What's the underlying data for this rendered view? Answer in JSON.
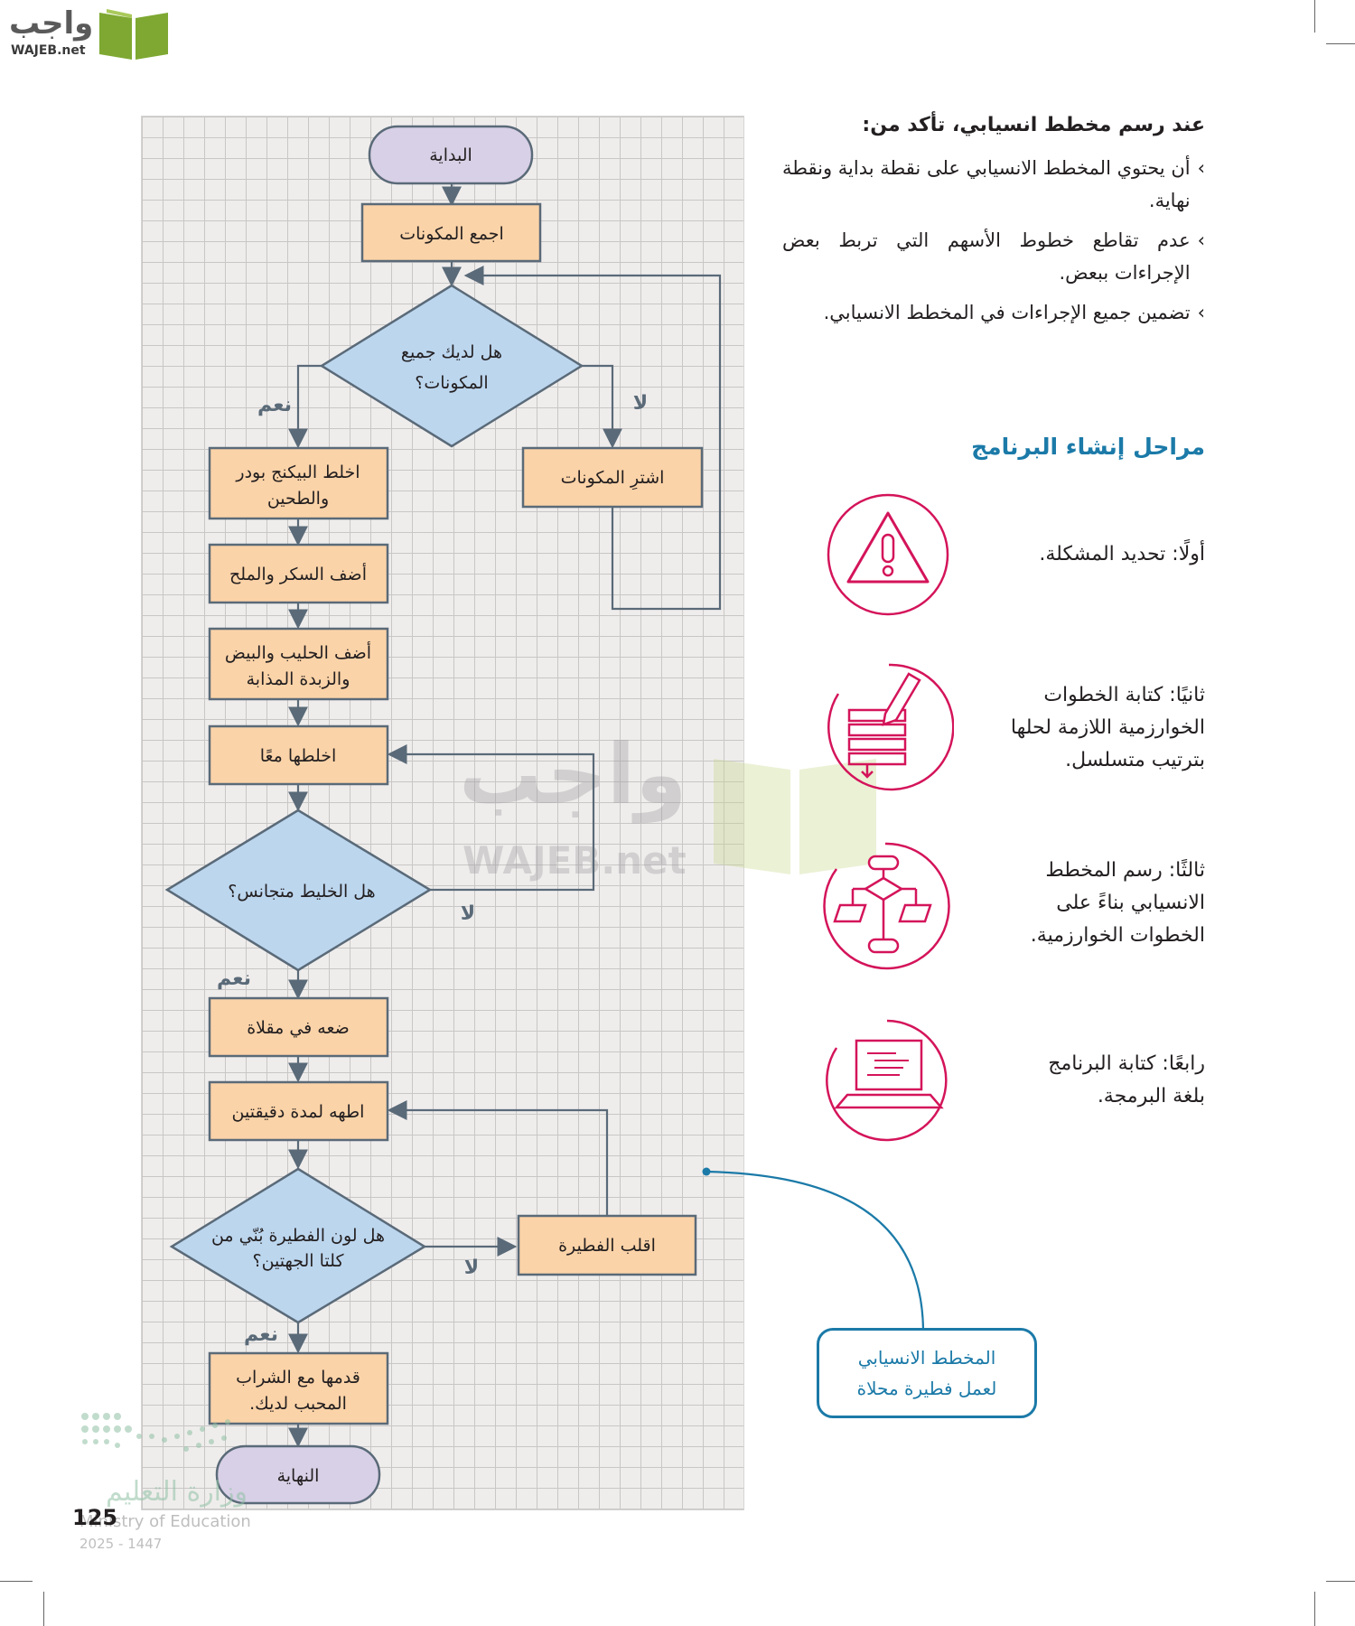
{
  "brand": {
    "arabic": "واجب",
    "latin": "WAJEB.net",
    "watermark_arabic": "واجب",
    "watermark_latin": "WAJEB.net"
  },
  "checklist": {
    "title": "عند رسم مخطط انسيابي، تأكد من:",
    "items": [
      "أن يحتوي المخطط الانسيابي على نقطة بداية ونقطة نهاية.",
      "عدم تقاطع خطوط الأسهم التي تربط بعض الإجراءات ببعض.",
      "تضمين جميع الإجراءات في المخطط الانسيابي."
    ]
  },
  "stages": {
    "title": "مراحل إنشاء البرنامج",
    "items": [
      {
        "label": "أولًا: تحديد المشكلة.",
        "icon": "warning-triangle-icon"
      },
      {
        "label": "ثانيًا: كتابة الخطوات الخوارزمية اللازمة لحلها بترتيب متسلسل.",
        "icon": "pencil-steps-icon"
      },
      {
        "label": "ثالثًا: رسم المخطط الانسيابي بناءً على الخطوات الخوارزمية.",
        "icon": "flowchart-icon"
      },
      {
        "label": "رابعًا: كتابة البرنامج بلغة البرمجة.",
        "icon": "laptop-code-icon"
      }
    ]
  },
  "flowchart": {
    "start": "البداية",
    "gather": "اجمع المكونات",
    "q_have_line1": "هل لديك جميع",
    "q_have_line2": "المكونات؟",
    "yes": "نعم",
    "no": "لا",
    "buy": "اشترِ المكونات",
    "mix_line1": "اخلط البيكنج بودر",
    "mix_line2": "والطحين",
    "add_sugar": "أضف السكر والملح",
    "add_milk_line1": "أضف الحليب والبيض",
    "add_milk_line2": "والزبدة المذابة",
    "mix_together": "اخلطها معًا",
    "q_smooth": "هل الخليط متجانس؟",
    "pan": "ضعه في مقلاة",
    "cook": "اطهه لمدة دقيقتين",
    "q_brown_line1": "هل لون الفطيرة بُنّي من",
    "q_brown_line2": "كلتا الجهتين؟",
    "flip": "اقلب الفطيرة",
    "serve_line1": "قدمها مع الشراب",
    "serve_line2": "المحبب لديك.",
    "end": "النهاية"
  },
  "caption": {
    "line1": "المخطط الانسيابي",
    "line2": "لعمل فطيرة محلاة"
  },
  "footer": {
    "ministry_ar": "وزارة التعليم",
    "ministry_en": "Ministry of Education",
    "year": "2025 - 1447",
    "page_number": "125"
  },
  "colors": {
    "process": "#fbd3a8",
    "decision": "#bcd6ee",
    "terminal": "#d8d0e6",
    "accent": "#1b7aa8",
    "icon": "#d4145a"
  }
}
